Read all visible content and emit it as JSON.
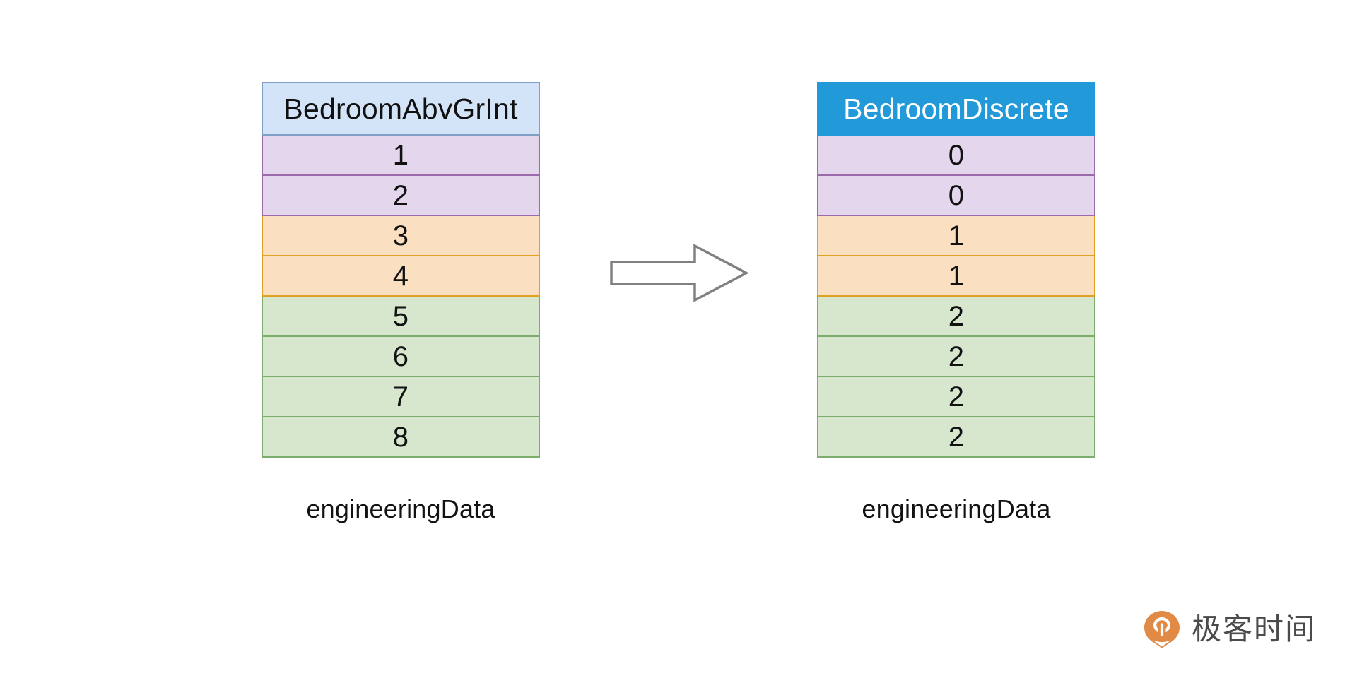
{
  "chart_data": {
    "type": "table",
    "title": "",
    "tables": [
      {
        "id": "source",
        "header": "BedroomAbvGrInt",
        "header_style": "light-blue",
        "caption": "engineeringData",
        "values": [
          "1",
          "2",
          "3",
          "4",
          "5",
          "6",
          "7",
          "8"
        ],
        "group_colors": [
          "purple",
          "purple",
          "orange",
          "orange",
          "green",
          "green",
          "green",
          "green"
        ]
      },
      {
        "id": "result",
        "header": "BedroomDiscrete",
        "header_style": "solid-blue",
        "caption": "engineeringData",
        "values": [
          "0",
          "0",
          "1",
          "1",
          "2",
          "2",
          "2",
          "2"
        ],
        "group_colors": [
          "purple",
          "purple",
          "orange",
          "orange",
          "green",
          "green",
          "green",
          "green"
        ]
      }
    ],
    "mapping": [
      {
        "from": [
          "1",
          "2"
        ],
        "to": "0",
        "group": "purple"
      },
      {
        "from": [
          "3",
          "4"
        ],
        "to": "1",
        "group": "orange"
      },
      {
        "from": [
          "5",
          "6",
          "7",
          "8"
        ],
        "to": "2",
        "group": "green"
      }
    ],
    "arrow": {
      "direction": "right",
      "style": "hollow-outline"
    }
  },
  "left_table": {
    "header": "BedroomAbvGrInt",
    "caption": "engineeringData",
    "rows": [
      {
        "value": "1",
        "group": "purple"
      },
      {
        "value": "2",
        "group": "purple"
      },
      {
        "value": "3",
        "group": "orange"
      },
      {
        "value": "4",
        "group": "orange"
      },
      {
        "value": "5",
        "group": "green"
      },
      {
        "value": "6",
        "group": "green"
      },
      {
        "value": "7",
        "group": "green"
      },
      {
        "value": "8",
        "group": "green"
      }
    ]
  },
  "right_table": {
    "header": "BedroomDiscrete",
    "caption": "engineeringData",
    "rows": [
      {
        "value": "0",
        "group": "purple"
      },
      {
        "value": "0",
        "group": "purple"
      },
      {
        "value": "1",
        "group": "orange"
      },
      {
        "value": "1",
        "group": "orange"
      },
      {
        "value": "2",
        "group": "green"
      },
      {
        "value": "2",
        "group": "green"
      },
      {
        "value": "2",
        "group": "green"
      },
      {
        "value": "2",
        "group": "green"
      }
    ]
  },
  "watermark": {
    "text": "极客时间",
    "logo_color": "#e08a46"
  },
  "colors": {
    "header_light_bg": "#d3e3f8",
    "header_light_border": "#7f9fc4",
    "header_solid_bg": "#229ada",
    "header_solid_text": "#ffffff",
    "purple_bg": "#e4d6ec",
    "purple_border": "#9a6aab",
    "orange_bg": "#fbdfc1",
    "orange_border": "#e0a022",
    "green_bg": "#d6e7ce",
    "green_border": "#7cad6c",
    "arrow_stroke": "#808080",
    "background": "#ffffff",
    "text": "#121212"
  }
}
